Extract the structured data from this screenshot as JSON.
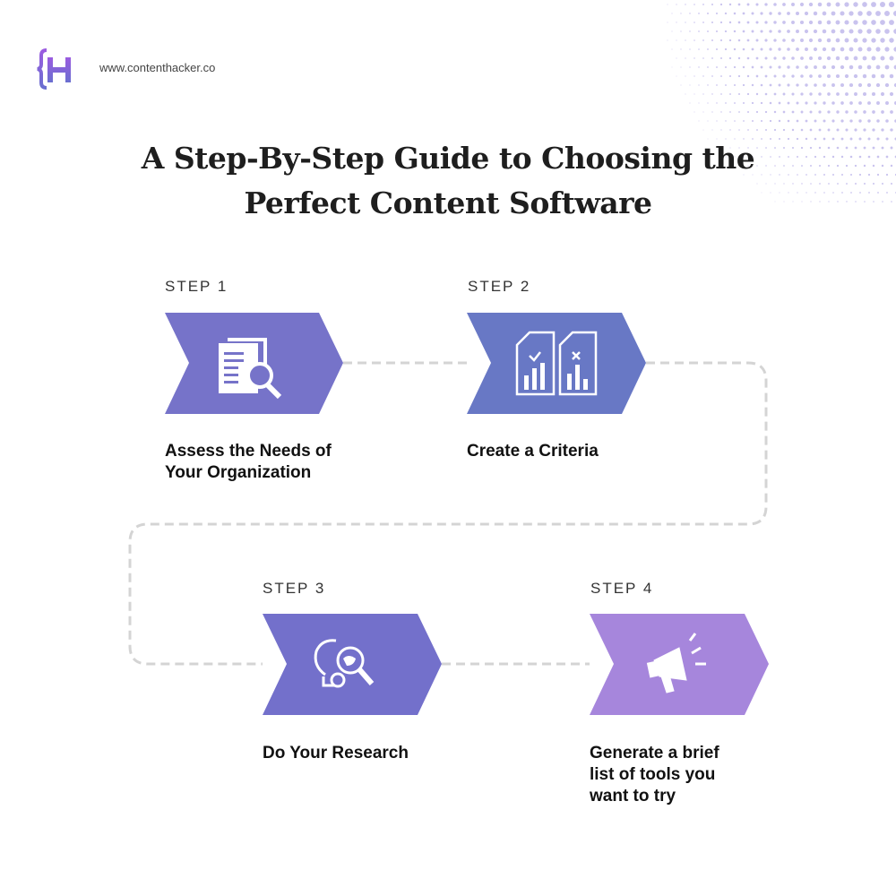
{
  "header": {
    "website": "www.contenthacker.co",
    "logo_letter": "{H"
  },
  "title_line1": "A Step-By-Step Guide to Choosing the",
  "title_line2": "Perfect Content Software",
  "steps": [
    {
      "label": "STEP 1",
      "description": [
        "Assess the Needs of",
        "Your Organization"
      ],
      "icon": "document-search-icon",
      "color": "#7673c9"
    },
    {
      "label": "STEP 2",
      "description": [
        "Create a Criteria"
      ],
      "icon": "criteria-report-icon",
      "color": "#6878c5"
    },
    {
      "label": "STEP 3",
      "description": [
        "Do Your Research"
      ],
      "icon": "research-idea-icon",
      "color": "#7370cb"
    },
    {
      "label": "STEP 4",
      "description": [
        "Generate a brief",
        "list of tools you",
        "want to try"
      ],
      "icon": "megaphone-icon",
      "color": "#a686dc"
    }
  ]
}
